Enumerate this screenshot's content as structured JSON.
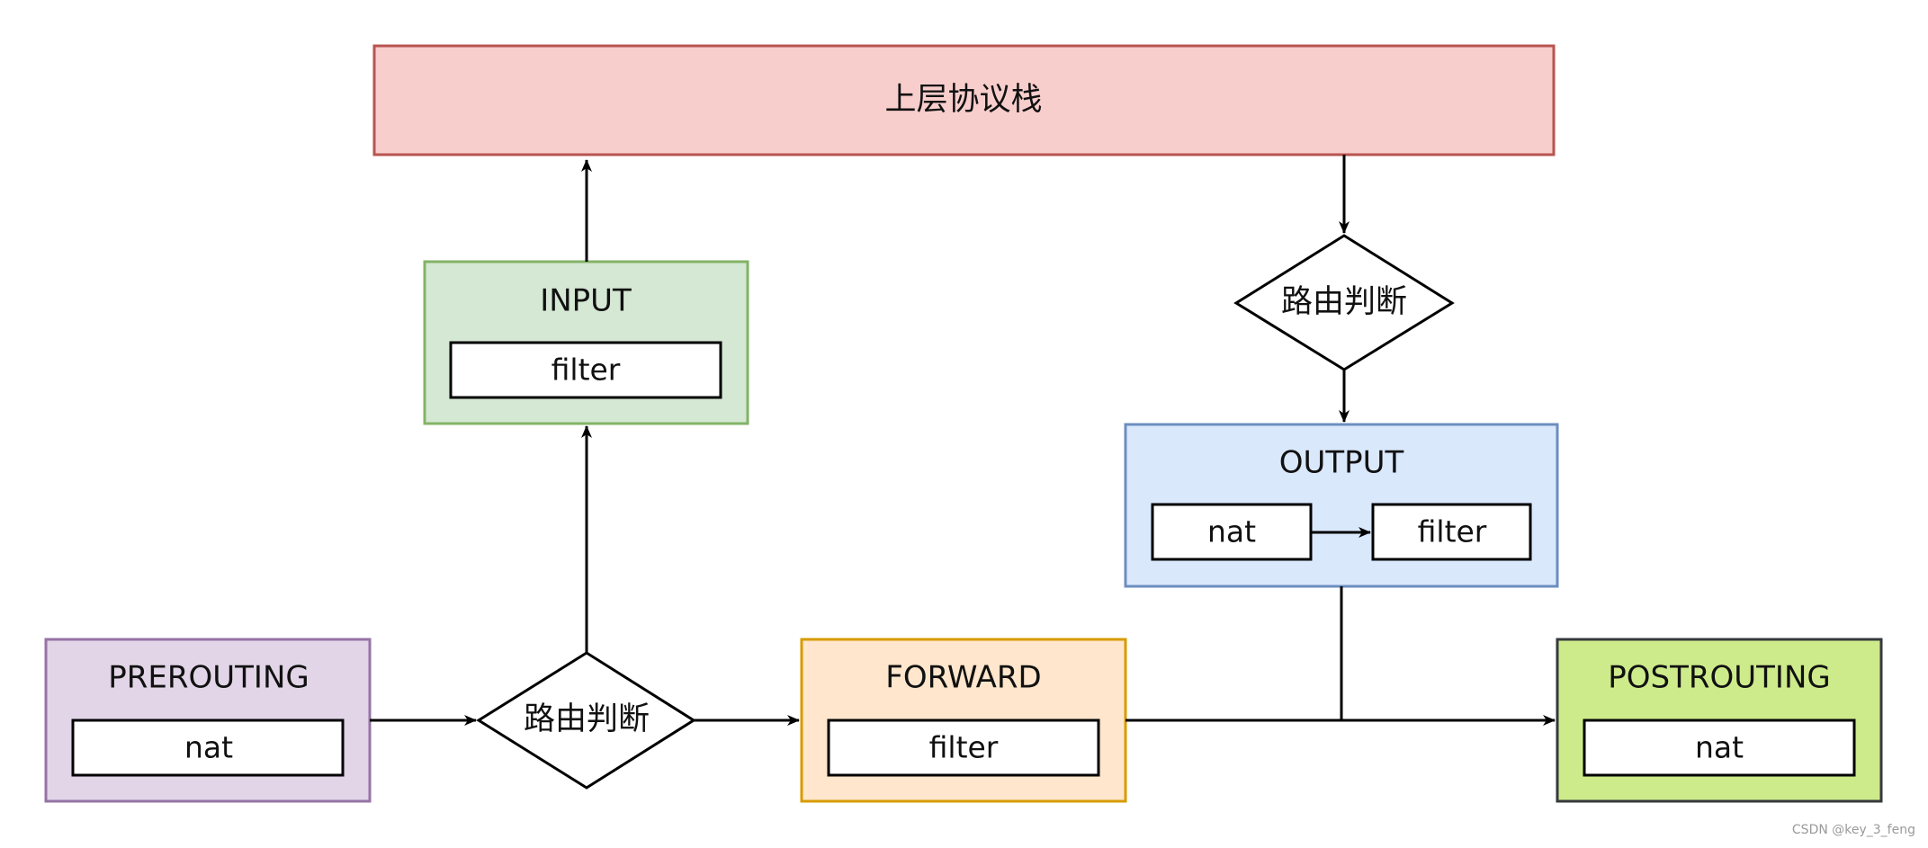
{
  "diagram": {
    "top_box": {
      "label": "上层协议栈"
    },
    "input": {
      "title": "INPUT",
      "table": "filter"
    },
    "output": {
      "title": "OUTPUT",
      "table_nat": "nat",
      "table_filter": "filter"
    },
    "prerouting": {
      "title": "PREROUTING",
      "table": "nat"
    },
    "forward": {
      "title": "FORWARD",
      "table": "filter"
    },
    "postrouting": {
      "title": "POSTROUTING",
      "table": "nat"
    },
    "decision_top": {
      "label": "路由判断"
    },
    "decision_bottom": {
      "label": "路由判断"
    }
  },
  "watermark": "CSDN @key_3_feng",
  "colors": {
    "upper_fill": "#f8cecc",
    "upper_stroke": "#b85450",
    "input_fill": "#d5e8d4",
    "input_stroke": "#82b366",
    "output_fill": "#dae8fc",
    "output_stroke": "#6c8ebf",
    "prerouting_fill": "#e1d5e7",
    "prerouting_stroke": "#9673a6",
    "forward_fill": "#ffe6cc",
    "forward_stroke": "#d79b00",
    "postrouting_fill": "#cdeb8b",
    "postrouting_stroke": "#36393d"
  }
}
